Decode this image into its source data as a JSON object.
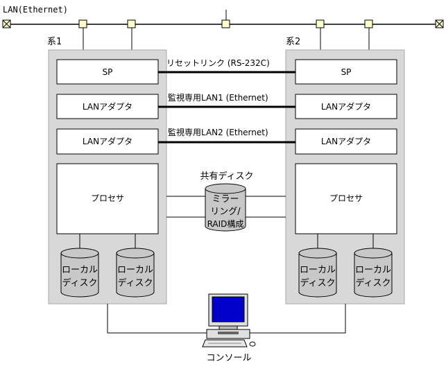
{
  "lan": {
    "label": "LAN(Ethernet)"
  },
  "system1": {
    "label": "系1",
    "sp": "SP",
    "lan_adapter_1": "LANアダプタ",
    "lan_adapter_2": "LANアダプタ",
    "processor": "プロセサ",
    "local_disk_1": [
      "ローカル",
      "ディスク"
    ],
    "local_disk_2": [
      "ローカル",
      "ディスク"
    ]
  },
  "system2": {
    "label": "系2",
    "sp": "SP",
    "lan_adapter_1": "LANアダプタ",
    "lan_adapter_2": "LANアダプタ",
    "processor": "プロセサ",
    "local_disk_1": [
      "ローカル",
      "ディスク"
    ],
    "local_disk_2": [
      "ローカル",
      "ディスク"
    ]
  },
  "links": {
    "reset_link": "リセットリンク (RS-232C)",
    "monitor_lan1": "監視専用LAN1 (Ethernet)",
    "monitor_lan2": "監視専用LAN2 (Ethernet)"
  },
  "shared_disk": {
    "label": "共有ディスク",
    "lines": [
      "ミラー",
      "リング/",
      "RAID構成"
    ]
  },
  "console": {
    "label": "コンソール"
  },
  "colors": {
    "system_fill": "#d8d8d8",
    "system_stroke": "#a8a8a8",
    "connector_fill": "#ffffcc",
    "disk_fill": "#c8c8c8",
    "monitor_screen": "#0000c8"
  }
}
